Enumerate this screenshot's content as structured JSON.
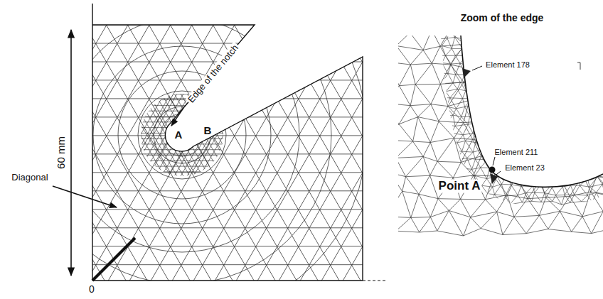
{
  "diagram": {
    "labels": [
      "60 mm",
      "0",
      "Diagonal",
      "Edge of the notch",
      "A",
      "B",
      "Zoom of the edge",
      "Element 178",
      "Element 211",
      "Element 23",
      "Point A"
    ]
  }
}
